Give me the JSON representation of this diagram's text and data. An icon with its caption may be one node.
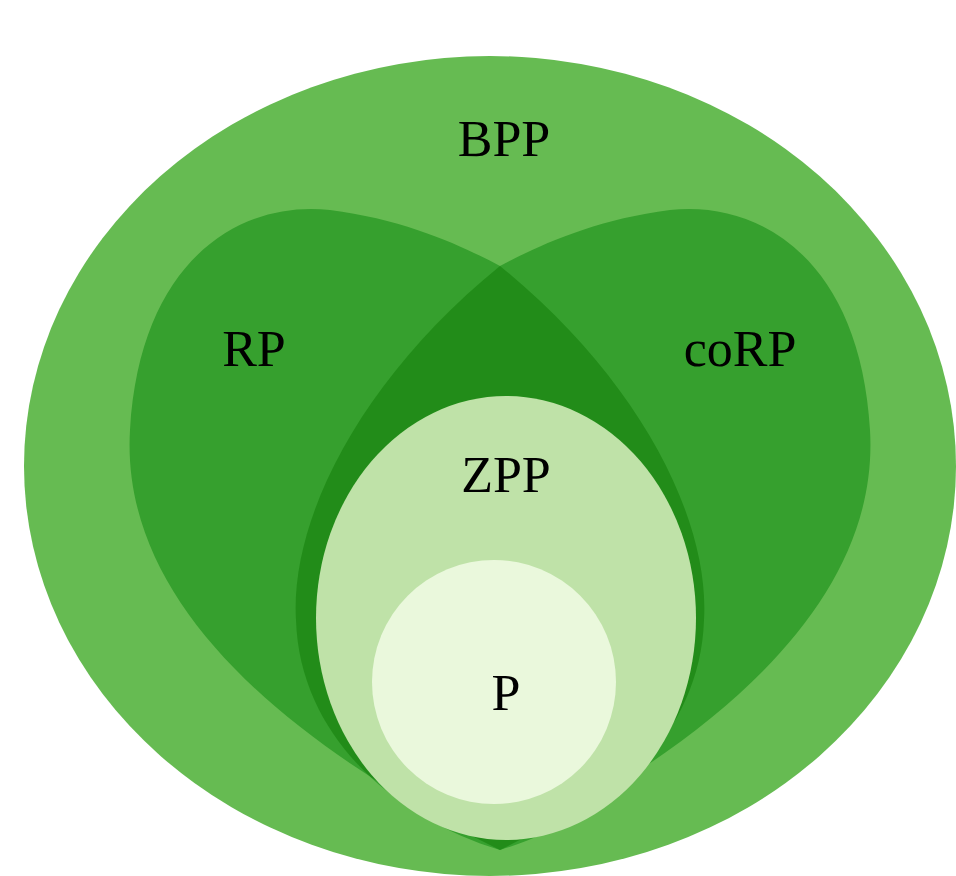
{
  "diagram": {
    "nodes": [
      {
        "text": [
          "BPP"
        ]
      },
      {
        "text": [
          "RP"
        ],
        "in": 0
      },
      {
        "text": [
          "coRP"
        ],
        "in": 0
      },
      {
        "text": [
          "ZPP"
        ]
      },
      {
        "text": [
          "P"
        ],
        "in": 3
      }
    ]
  }
}
